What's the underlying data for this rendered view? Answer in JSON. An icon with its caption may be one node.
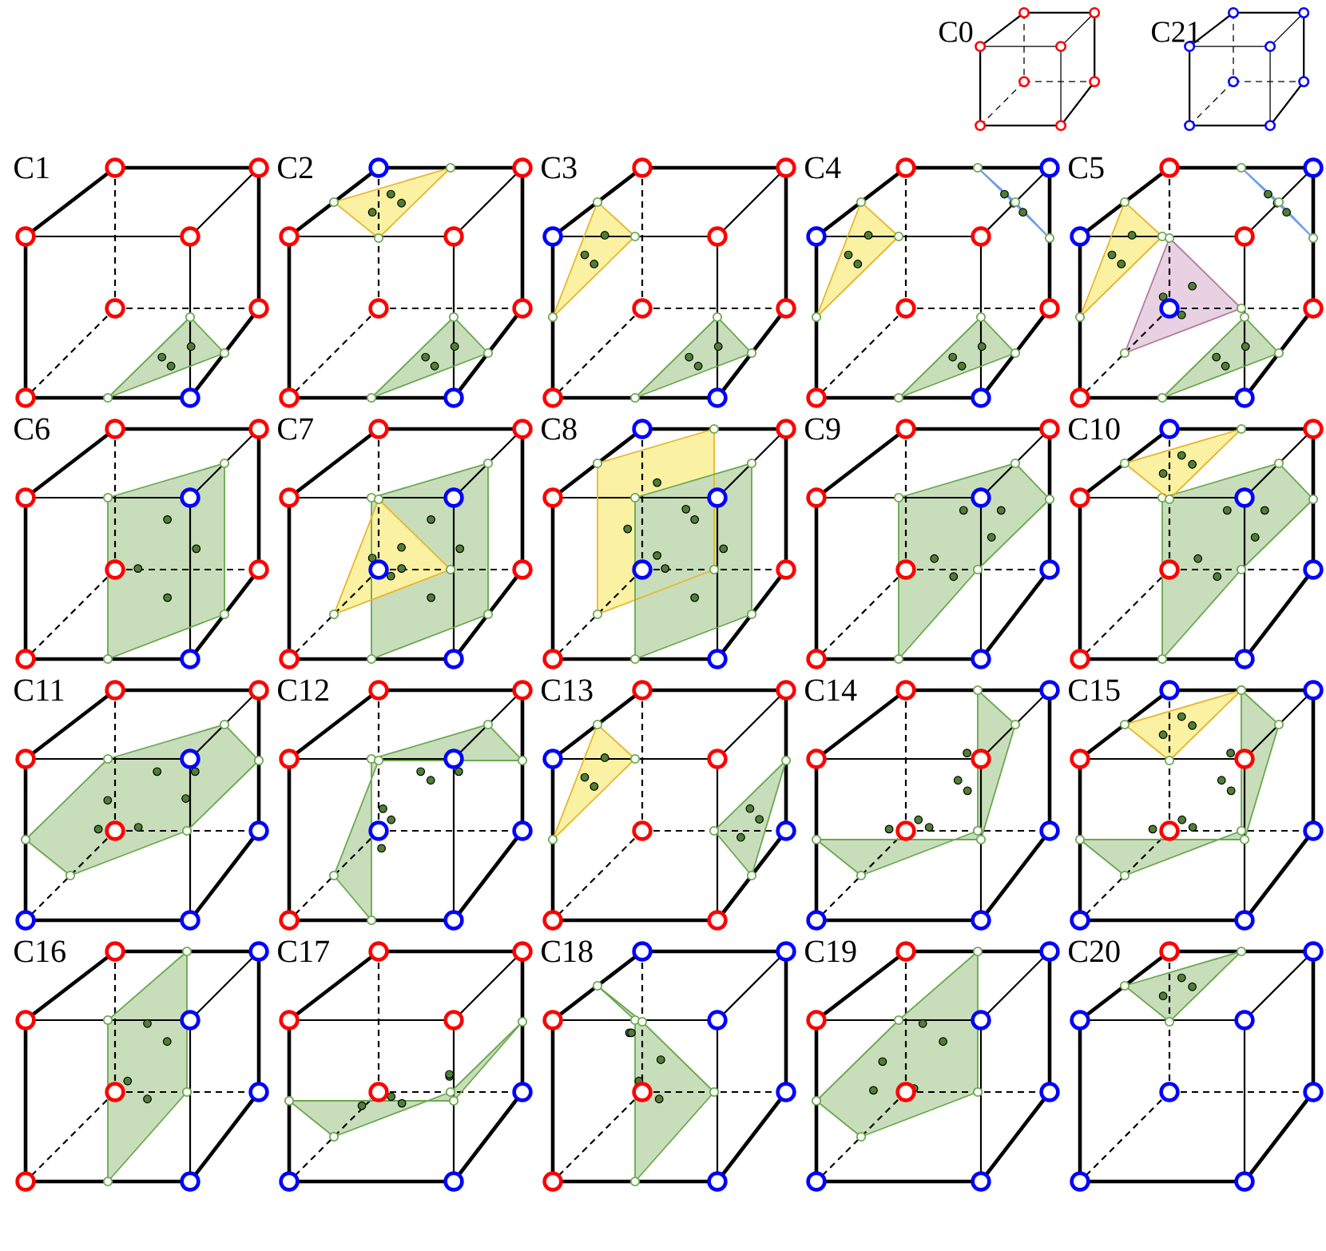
{
  "diagram": {
    "labels": [
      "C0",
      "C21",
      "C1",
      "C2",
      "C3",
      "C4",
      "C5",
      "C6",
      "C7",
      "C8",
      "C9",
      "C10",
      "C11",
      "C12",
      "C13",
      "C14",
      "C15",
      "C16",
      "C17",
      "C18",
      "C19",
      "C20"
    ]
  }
}
